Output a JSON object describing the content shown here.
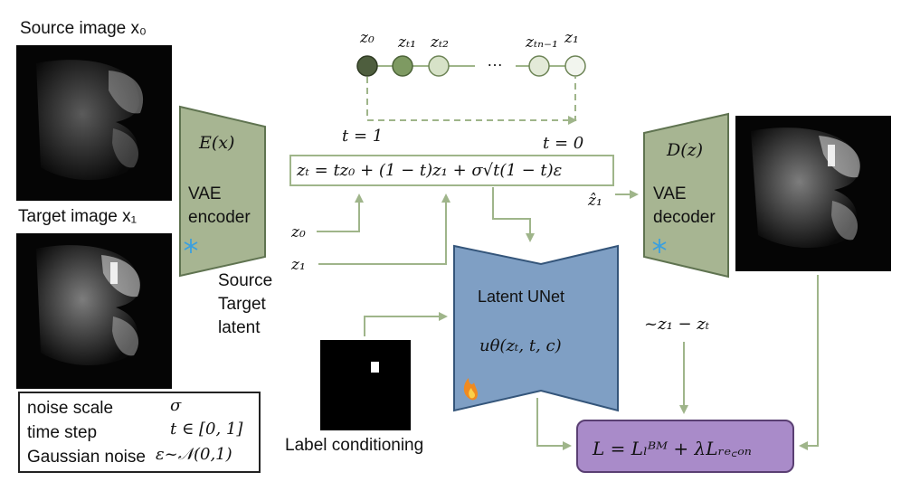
{
  "labels": {
    "source_image": "Source image x₀",
    "target_image": "Target image x₁",
    "label_conditioning": "Label conditioning",
    "source_target_latent": [
      "Source",
      "Target",
      "latent"
    ],
    "t_one": "t = 1",
    "t_zero": "t = 0",
    "ellipsis": "…",
    "z_inputs": [
      "z₀",
      "z₁"
    ],
    "z1_hat": "ẑ₁",
    "velocity_target": "~z₁ − zₜ"
  },
  "trajectory_nodes": [
    {
      "label": "z₀",
      "fill": "#4e5e3e"
    },
    {
      "label": "zₜ₁",
      "fill": "#7e9a62"
    },
    {
      "label": "zₜ₂",
      "fill": "#d7e2c8"
    },
    {
      "label": "zₜₙ₋₁",
      "fill": "#e3ead8"
    },
    {
      "label": "z₁",
      "fill": "#f2f5ee"
    }
  ],
  "encoder": {
    "func": "E(x)",
    "line1": "VAE",
    "line2": "encoder",
    "icon": "snowflake-icon"
  },
  "decoder": {
    "func": "D(z)",
    "line1": "VAE",
    "line2": "decoder",
    "icon": "snowflake-icon"
  },
  "equation": "zₜ = tz₀ + (1 − t)z₁ + σ√t(1 − t)ε",
  "unet": {
    "title": "Latent UNet",
    "func": "uθ(zₜ, t, c)",
    "icon": "flame-icon"
  },
  "loss": "L = Lₗᴮᴹ + λLᵣₑ꜀ₒₙ",
  "legend": [
    {
      "name": "noise scale",
      "symbol": "σ"
    },
    {
      "name": "time step",
      "symbol": "t ∈ [0, 1]"
    },
    {
      "name": "Gaussian noise",
      "symbol": "ε~𝒩(0,1)"
    }
  ],
  "colors": {
    "vae_fill": "#a7b592",
    "vae_stroke": "#5f7350",
    "arrow": "#9fb58a",
    "unet_fill": "#7f9fc4",
    "unet_stroke": "#34557a",
    "loss_fill": "#a98bc9",
    "loss_stroke": "#5a3f73"
  }
}
